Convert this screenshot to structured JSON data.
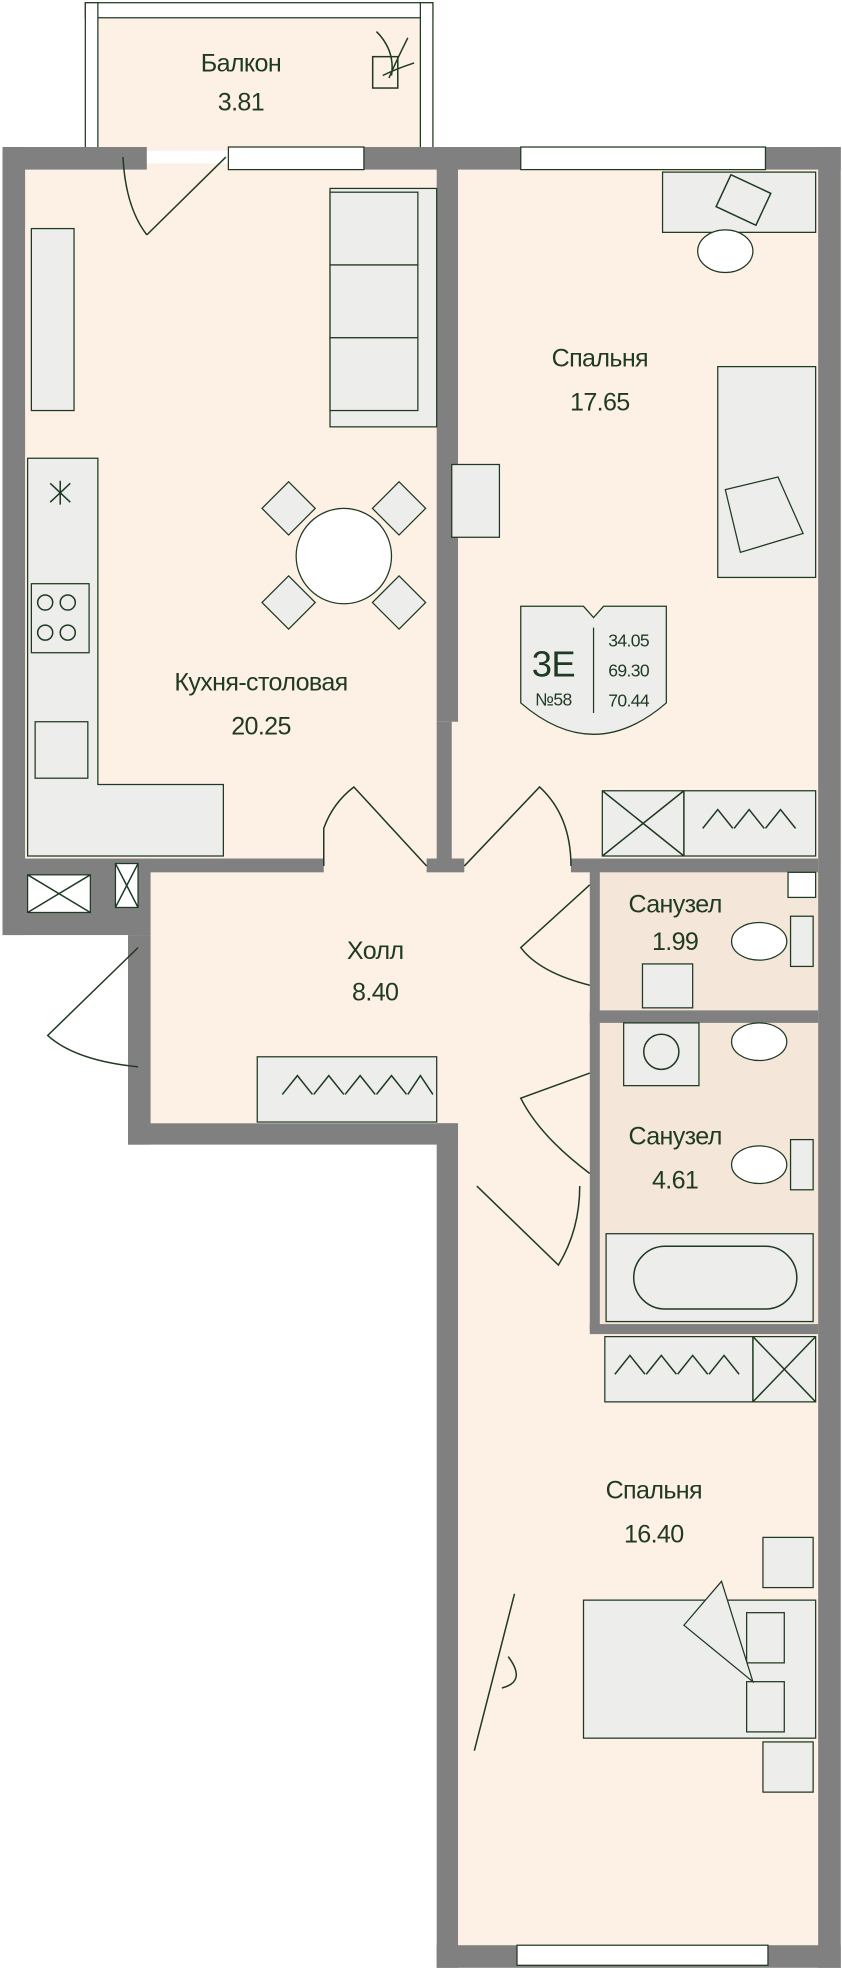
{
  "plan": {
    "rooms": [
      {
        "id": "balcony",
        "name": "Балкон",
        "area": "3.81"
      },
      {
        "id": "bedroom-1",
        "name": "Спальня",
        "area": "17.65"
      },
      {
        "id": "kitchen-dining",
        "name": "Кухня-столовая",
        "area": "20.25"
      },
      {
        "id": "hall",
        "name": "Холл",
        "area": "8.40"
      },
      {
        "id": "bathroom-1",
        "name": "Санузел",
        "area": "1.99"
      },
      {
        "id": "bathroom-2",
        "name": "Санузел",
        "area": "4.61"
      },
      {
        "id": "bedroom-2",
        "name": "Спальня",
        "area": "16.40"
      }
    ],
    "badge": {
      "type": "3Е",
      "number": "№58",
      "areas": [
        "34.05",
        "69.30",
        "70.44"
      ]
    }
  },
  "colors": {
    "wall": "#808080",
    "floor": "#fdf0e4",
    "text": "#1f3a22",
    "furniture": "#ededeb"
  }
}
